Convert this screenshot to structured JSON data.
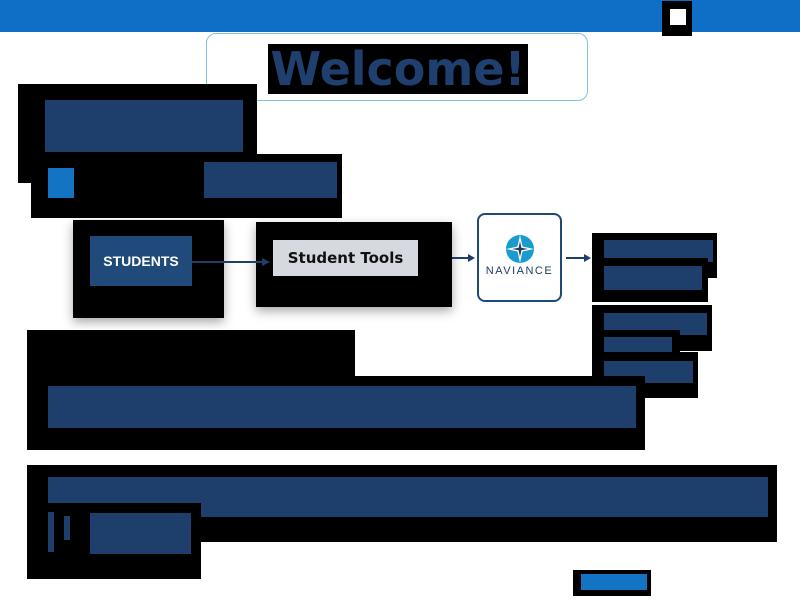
{
  "header": {
    "welcome": "Welcome!"
  },
  "diagram": {
    "step1_label": "STUDENTS",
    "step2_label": "Student Tools",
    "step3_label": "NAVIANCE"
  },
  "icons": {
    "close": "close-icon",
    "naviance_logo": "compass-star-icon",
    "arrow": "arrow-right-icon"
  },
  "colors": {
    "topbar": "#0f6fc6",
    "navy": "#1e3f6b",
    "accent": "#1474c4",
    "tools_button": "#d6dae0"
  }
}
